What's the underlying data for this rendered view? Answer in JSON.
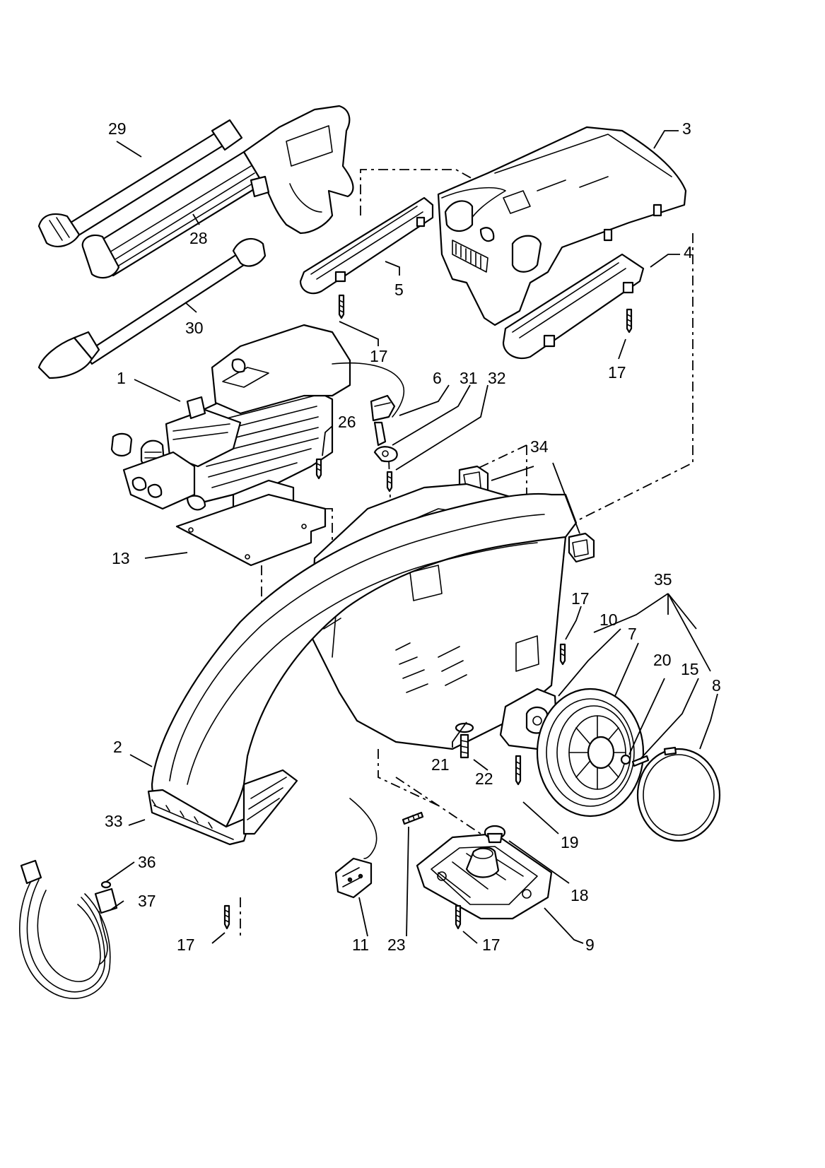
{
  "callouts": {
    "c1": "1",
    "c2": "2",
    "c3": "3",
    "c4": "4",
    "c5": "5",
    "c6": "6",
    "c7": "7",
    "c8": "8",
    "c9": "9",
    "c10": "10",
    "c11": "11",
    "c13": "13",
    "c15": "15",
    "c17a": "17",
    "c17b": "17",
    "c17c": "17",
    "c17d": "17",
    "c17e": "17",
    "c18": "18",
    "c19": "19",
    "c20": "20",
    "c21": "21",
    "c22": "22",
    "c23": "23",
    "c26": "26",
    "c28": "28",
    "c29": "29",
    "c30": "30",
    "c31": "31",
    "c32": "32",
    "c33": "33",
    "c34": "34",
    "c35": "35",
    "c36": "36",
    "c37": "37"
  }
}
